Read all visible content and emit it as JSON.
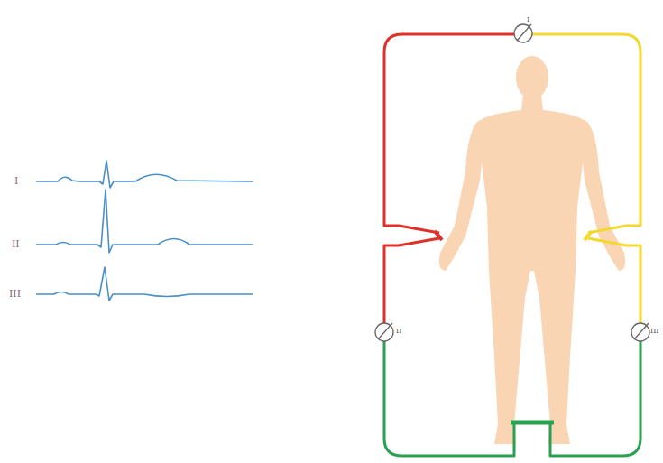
{
  "diagram": {
    "labels": [
      "I",
      "II",
      "III",
      "I",
      "II",
      "III"
    ]
  }
}
